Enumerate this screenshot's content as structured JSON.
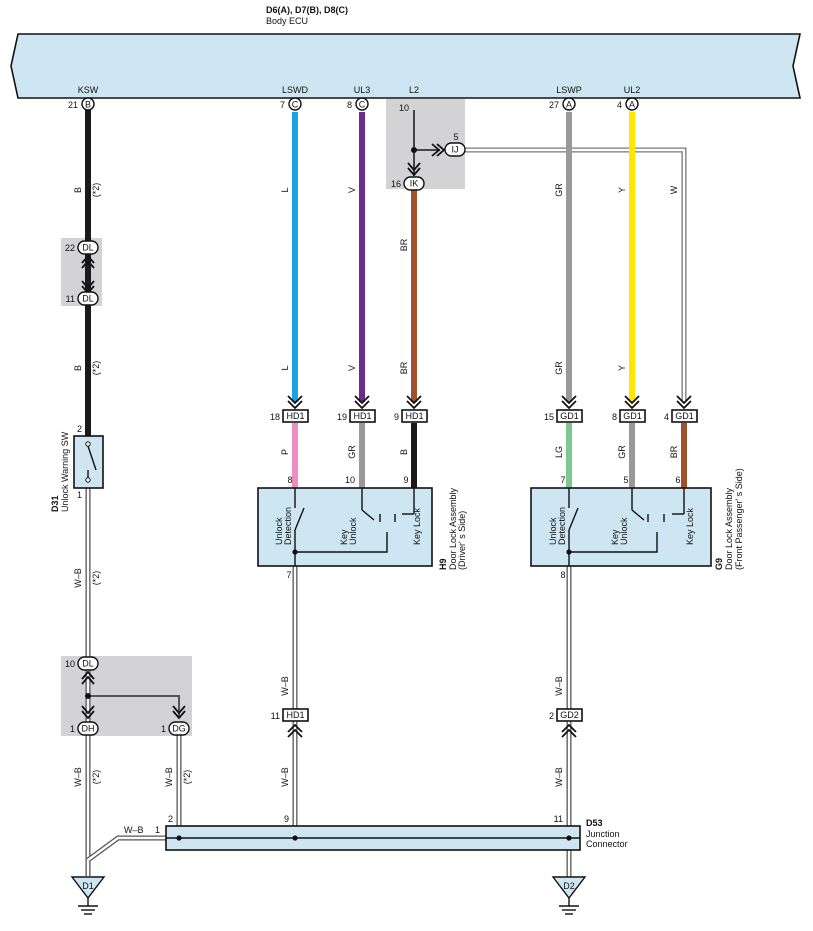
{
  "ecu": {
    "ids": "D6(A), D7(B), D8(C)",
    "name": "Body ECU"
  },
  "terminals": [
    {
      "key": "ksw",
      "name": "KSW",
      "pin": "21",
      "conn": "B"
    },
    {
      "key": "lswd",
      "name": "LSWD",
      "pin": "7",
      "conn": "C"
    },
    {
      "key": "ul3",
      "name": "UL3",
      "pin": "8",
      "conn": "C"
    },
    {
      "key": "l2",
      "name": "L2",
      "pin": "10",
      "conn": ""
    },
    {
      "key": "lswp",
      "name": "LSWP",
      "pin": "27",
      "conn": "A"
    },
    {
      "key": "ul2",
      "name": "UL2",
      "pin": "4",
      "conn": "A"
    }
  ],
  "wire_labels": {
    "b_top": "B",
    "b_mid": "B",
    "l_top": "L",
    "l_mid": "L",
    "v_top": "V",
    "v_mid": "V",
    "br_top": "BR",
    "br_mid": "BR",
    "gr_top": "GR",
    "gr_mid": "GR",
    "y_top": "Y",
    "y_mid": "Y",
    "w_top": "W",
    "p": "P",
    "gr_h9": "GR",
    "b_h9": "B",
    "lg": "LG",
    "gr_g9": "GR",
    "br_g9": "BR",
    "wb_1": "W–B",
    "wb_2": "W–B",
    "wb_3": "W–B",
    "wb_4": "W–B",
    "wb_5": "W–B",
    "wb_6": "W–B",
    "wb_7": "W–B",
    "wb_8": "W–B",
    "note": "(*2)"
  },
  "connectors": {
    "dl22": {
      "pin": "22",
      "code": "DL"
    },
    "dl11": {
      "pin": "11",
      "code": "DL"
    },
    "dl10": {
      "pin": "10",
      "code": "DL"
    },
    "dh1": {
      "pin": "1",
      "code": "DH"
    },
    "dg1": {
      "pin": "1",
      "code": "DG"
    },
    "ij5": {
      "pin": "5",
      "code": "IJ"
    },
    "ik16": {
      "pin": "16",
      "code": "IK"
    },
    "hd1_18": {
      "pin": "18",
      "code": "HD1"
    },
    "hd1_19": {
      "pin": "19",
      "code": "HD1"
    },
    "hd1_9": {
      "pin": "9",
      "code": "HD1"
    },
    "hd1_11": {
      "pin": "11",
      "code": "HD1"
    },
    "gd1_15": {
      "pin": "15",
      "code": "GD1"
    },
    "gd1_8": {
      "pin": "8",
      "code": "GD1"
    },
    "gd1_4": {
      "pin": "4",
      "code": "GD1"
    },
    "gd2_2": {
      "pin": "2",
      "code": "GD2"
    }
  },
  "d31": {
    "id": "D31",
    "name": "Unlock Warning SW",
    "pin_top": "2",
    "pin_bottom": "1"
  },
  "h9": {
    "id": "H9",
    "name": "Door Lock Assembly",
    "side": "(Driver' s Side)",
    "pins": {
      "p8": "8",
      "p10": "10",
      "p9": "9",
      "p7": "7"
    },
    "labels": {
      "unlock1": "Unlock",
      "unlock2": "Detection",
      "key1": "Key",
      "key2": "Unlock",
      "lock": "Key Lock"
    }
  },
  "g9": {
    "id": "G9",
    "name": "Door Lock Assembly",
    "side": "(Front Passenger' s Side)",
    "pins": {
      "p7": "7",
      "p5": "5",
      "p6": "6",
      "p8": "8"
    },
    "labels": {
      "unlock1": "Unlock",
      "unlock2": "Detection",
      "key1": "Key",
      "key2": "Unlock",
      "lock": "Key Lock"
    }
  },
  "d53": {
    "id": "D53",
    "name1": "Junction",
    "name2": "Connector",
    "pins": {
      "p1": "1",
      "p2": "2",
      "p9": "9",
      "p11": "11"
    }
  },
  "grounds": {
    "d1": "D1",
    "d2": "D2"
  },
  "colors": {
    "b": "#1a1a1a",
    "l": "#1aa3e0",
    "v": "#6a2c91",
    "br": "#a0522d",
    "gr": "#999999",
    "y": "#ffe600",
    "p": "#ef8ec0",
    "lg": "#7cc98e",
    "wb": "#ffffff",
    "box": "#cde6f2",
    "shade": "#d3d3d5"
  }
}
